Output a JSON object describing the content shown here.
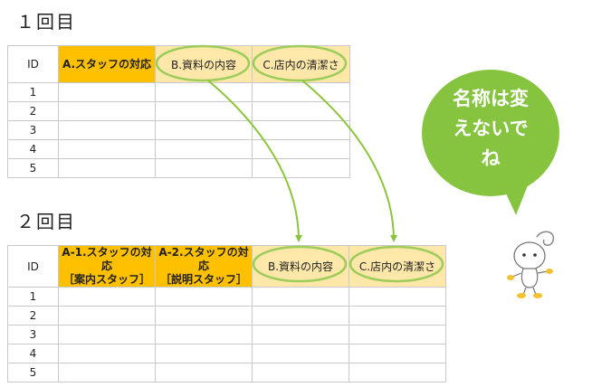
{
  "section1": {
    "title": "１回目",
    "columns": [
      "ID",
      "A.スタッフの対応",
      "B.資料の内容",
      "C.店内の清潔さ"
    ],
    "rows": [
      "1",
      "2",
      "3",
      "4",
      "5"
    ]
  },
  "section2": {
    "title": "２回目",
    "columns": [
      "ID",
      "A-1.スタッフの対応\n［案内スタッフ］",
      "A-2.スタッフの対応\n［説明スタッフ］",
      "B.資料の内容",
      "C.店内の清潔さ"
    ],
    "rows": [
      "1",
      "2",
      "3",
      "4",
      "5"
    ]
  },
  "bubble": {
    "text_line1": "名称は変",
    "text_line2": "えないで",
    "text_line3": "ね"
  },
  "colors": {
    "orange": "#ffc000",
    "cream": "#fde7a9",
    "green": "#8cc43c",
    "bubble_green": "#86c440"
  },
  "icons": [
    "speech-bubble",
    "mascot-character",
    "arrow-right-curve"
  ]
}
